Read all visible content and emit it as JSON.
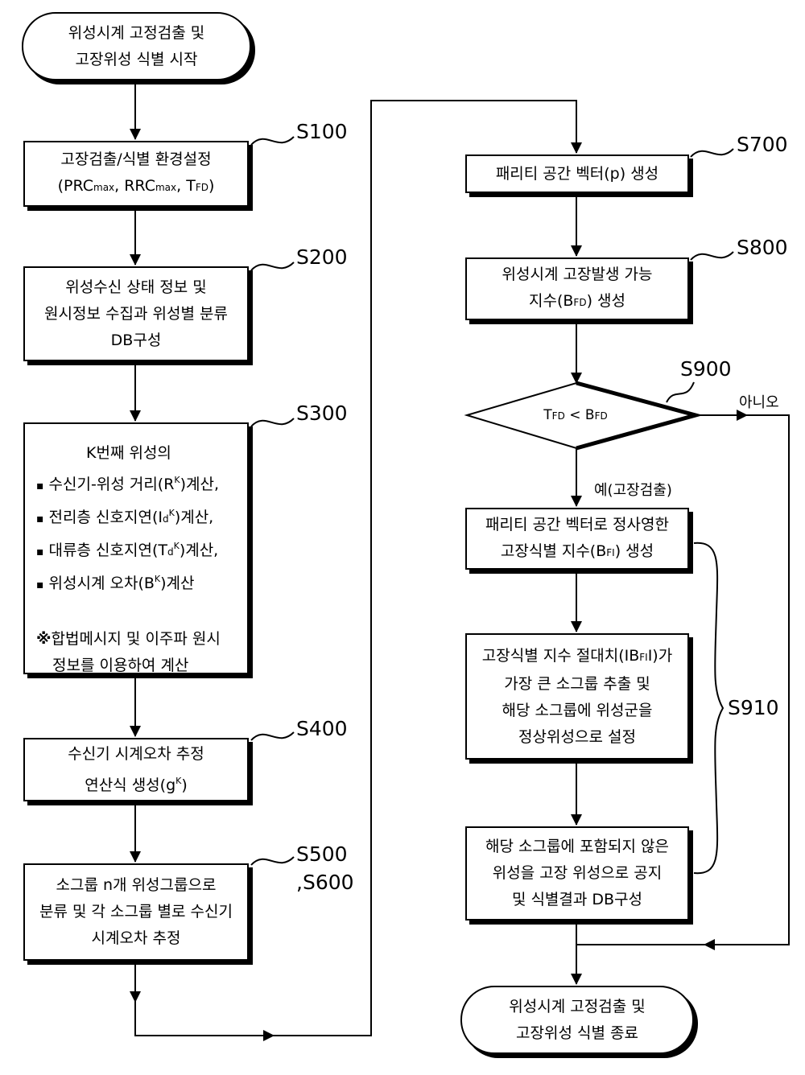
{
  "start": [
    "위성시계 고정검출 및",
    "고장위성 식별 시작"
  ],
  "s100": {
    "label": "S100",
    "line1": "고장검출/식별 환경설정",
    "line2_parts": [
      "(PRC",
      "max",
      ", RRC",
      "max",
      ", T",
      "FD",
      ")"
    ]
  },
  "s200": {
    "label": "S200",
    "lines": [
      "위성수신 상태 정보 및",
      "원시정보 수집과 위성별 분류",
      "DB구성"
    ]
  },
  "s300": {
    "label": "S300",
    "heading": "K번째 위성의",
    "bullet": "▪",
    "items": [
      {
        "pre": "수신기-위성 거리(R",
        "sub": "",
        "sup": "K",
        "post": ")계산,"
      },
      {
        "pre": "전리층 신호지연(I",
        "sub": "d",
        "sup": "K",
        "post": ")계산,"
      },
      {
        "pre": "대류층 신호지연(T",
        "sub": "d",
        "sup": "K",
        "post": ")계산,"
      },
      {
        "pre": "위성시계 오차(B",
        "sub": "",
        "sup": "K",
        "post": ")계산"
      }
    ],
    "note_mark": "※",
    "note": [
      "합법메시지 및 이주파 원시",
      "정보를 이용하여 계산"
    ]
  },
  "s400": {
    "label": "S400",
    "line1": "수신기 시계오차 추정",
    "line2_pre": "연산식 생성(g",
    "line2_sup": "K",
    "line2_post": ")"
  },
  "s500": {
    "label1": "S500",
    "label2": ",S600",
    "lines": [
      "소그룹 n개 위성그룹으로",
      "분류 및 각 소그룹 별로 수신기",
      "시계오차 추정"
    ]
  },
  "s700": {
    "label": "S700",
    "line": "패리티 공간 벡터(p) 생성"
  },
  "s800": {
    "label": "S800",
    "line1": "위성시계 고장발생 가능",
    "line2_pre": "지수(B",
    "line2_sub": "FD",
    "line2_post": ") 생성"
  },
  "s900": {
    "label": "S900",
    "t": "T",
    "t_sub": "FD",
    "op": " < ",
    "b": "B",
    "b_sub": "FD",
    "no": "아니오",
    "yes": "예(고장검출)"
  },
  "s910": {
    "label": "S910",
    "box1": {
      "line1": "패리티 공간 벡터로 정사영한",
      "line2_pre": "고장식별 지수(B",
      "line2_sub": "FI",
      "line2_post": ") 생성"
    },
    "box2": {
      "line1_pre": "고장식별 지수 절대치(IB",
      "line1_sub": "FI",
      "line1_post": "I)가",
      "lines": [
        "가장 큰 소그룹 추출 및",
        "해당 소그룹에 위성군을",
        "정상위성으로 설정"
      ]
    },
    "box3": {
      "lines": [
        "해당 소그룹에 포함되지 않은",
        "위성을 고장 위성으로 공지",
        "및 식별결과 DB구성"
      ]
    }
  },
  "end": [
    "위성시계 고정검출 및",
    "고장위성 식별 종료"
  ]
}
